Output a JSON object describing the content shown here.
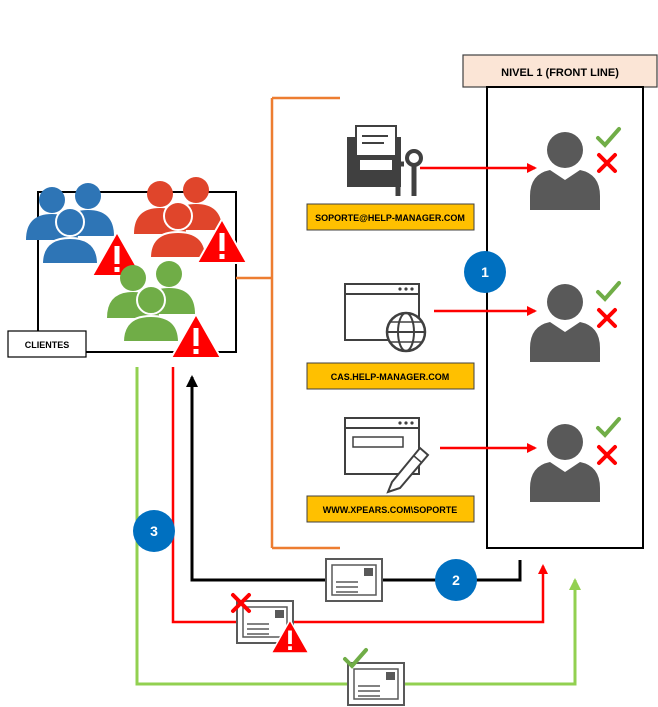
{
  "level_header": "NIVEL 1 (FRONT LINE)",
  "clients_label": "CLIENTES",
  "channels": [
    {
      "label": "SOPORTE@HELP-MANAGER.COM",
      "icon": "mail-tray-wrench-icon"
    },
    {
      "label": "CAS.HELP-MANAGER.COM",
      "icon": "browser-globe-icon"
    },
    {
      "label": "WWW.XPEARS.COM\\SOPORTE",
      "icon": "browser-pencil-icon"
    }
  ],
  "steps": [
    "1",
    "2",
    "3"
  ],
  "colors": {
    "orange_bracket": "#ed7d31",
    "label_fill": "#ffc000",
    "header_fill": "#fbe5d6",
    "red_arrow": "#ff0000",
    "green_flow": "#92d050",
    "black_flow": "#000000",
    "step_circle": "#0070c0",
    "agent": "#595959",
    "client_blue": "#2e75b6",
    "client_red": "#e0452b",
    "client_green": "#70ad47",
    "check": "#70ad47",
    "cross": "#ff0000"
  }
}
